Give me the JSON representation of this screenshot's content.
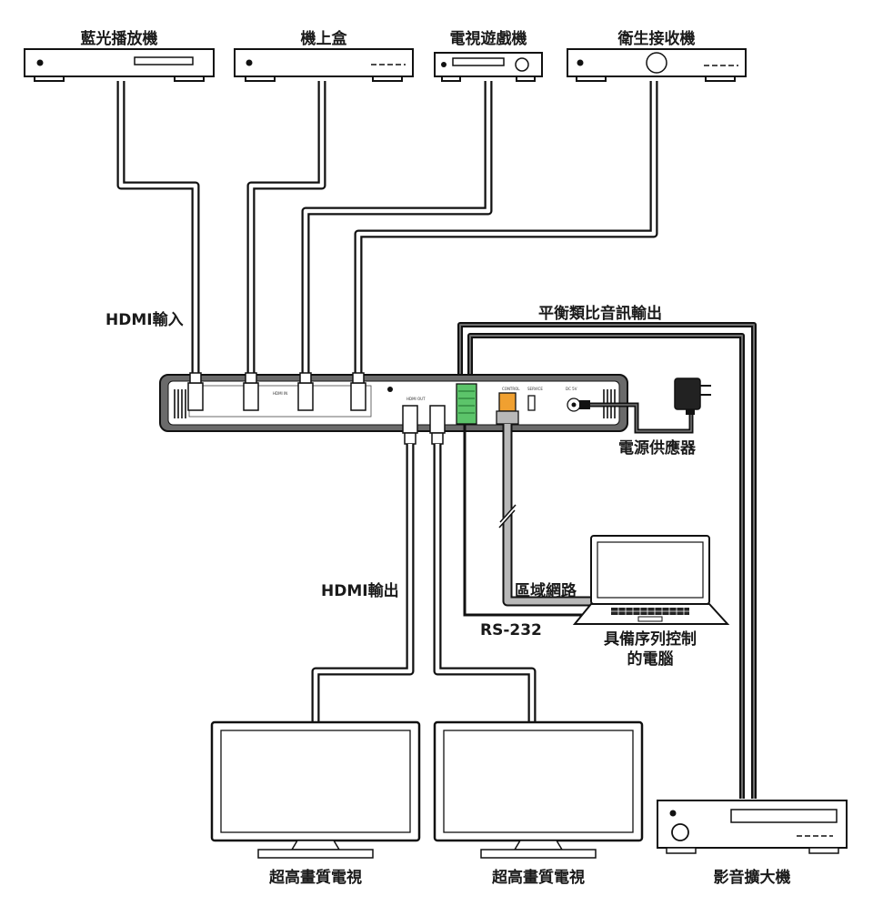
{
  "sources": {
    "bluray": "藍光播放機",
    "settop": "機上盒",
    "console": "電視遊戲機",
    "satellite": "衛生接收機"
  },
  "labels": {
    "hdmi_in": "HDMI輸入",
    "balanced_audio_out": "平衡類比音訊輸出",
    "power_supply": "電源供應器",
    "hdmi_out": "HDMI輸出",
    "lan": "區域網路",
    "rs232": "RS-232",
    "pc_line1": "具備序列控制",
    "pc_line2": "的電腦",
    "tv_left": "超高畫質電視",
    "tv_right": "超高畫質電視",
    "amplifier": "影音擴大機"
  }
}
